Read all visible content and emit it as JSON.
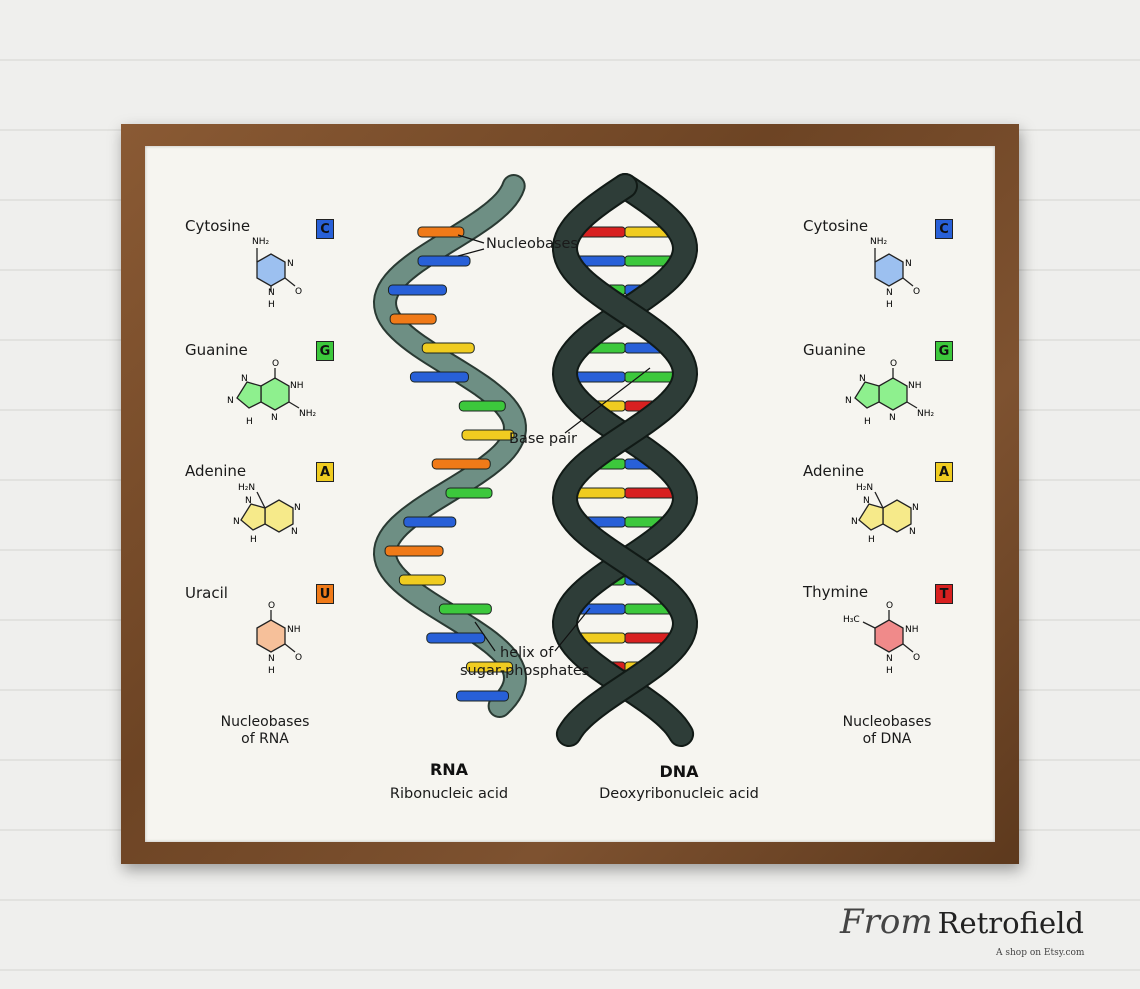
{
  "rna_bases": [
    {
      "name": "Cytosine",
      "letter": "C",
      "color": "#2860d8",
      "molecule": "cytosine",
      "labels": [
        "NH₂",
        "N",
        "N",
        "H",
        "O"
      ]
    },
    {
      "name": "Guanine",
      "letter": "G",
      "color": "#3cc83c",
      "molecule": "guanine",
      "labels": [
        "O",
        "NH",
        "NH₂",
        "N",
        "N",
        "N",
        "H"
      ]
    },
    {
      "name": "Adenine",
      "letter": "A",
      "color": "#f0cc20",
      "molecule": "adenine",
      "labels": [
        "H₂N",
        "N",
        "N",
        "N",
        "N",
        "H"
      ]
    },
    {
      "name": "Uracil",
      "letter": "U",
      "color": "#f07a18",
      "molecule": "uracil",
      "labels": [
        "O",
        "NH",
        "N",
        "H",
        "O"
      ]
    }
  ],
  "dna_bases": [
    {
      "name": "Cytosine",
      "letter": "C",
      "color": "#2860d8",
      "molecule": "cytosine",
      "labels": [
        "NH₂",
        "N",
        "N",
        "H",
        "O"
      ]
    },
    {
      "name": "Guanine",
      "letter": "G",
      "color": "#3cc83c",
      "molecule": "guanine",
      "labels": [
        "O",
        "NH",
        "NH₂",
        "N",
        "N",
        "N",
        "H"
      ]
    },
    {
      "name": "Adenine",
      "letter": "A",
      "color": "#f0cc20",
      "molecule": "adenine",
      "labels": [
        "H₂N",
        "N",
        "N",
        "N",
        "N",
        "H"
      ]
    },
    {
      "name": "Thymine",
      "letter": "T",
      "color": "#d82020",
      "molecule": "thymine",
      "labels": [
        "H₃C",
        "O",
        "NH",
        "N",
        "H",
        "O"
      ]
    }
  ],
  "rna_caption": {
    "line1": "Nucleobases",
    "line2": "of RNA"
  },
  "dna_caption": {
    "line1": "Nucleobases",
    "line2": "of DNA"
  },
  "annotations": {
    "nucleobases": "Nucleobases",
    "base_pair": "Base pair",
    "helix_line1": "helix of",
    "helix_line2": "sugar-phosphates"
  },
  "rna": {
    "title": "RNA",
    "subtitle": "Ribonucleic acid",
    "strand_color": "#6e8f84"
  },
  "dna": {
    "title": "DNA",
    "subtitle": "Deoxyribonucleic acid",
    "strand_color": "#2e3d38"
  },
  "colors": {
    "frame": "#6d4424",
    "paper": "#f6f5f0",
    "cytosine_fill": "#9cc0f0",
    "guanine_fill": "#8ef08e",
    "adenine_fill": "#f6ea8a",
    "uracil_fill": "#f6c09a",
    "thymine_fill": "#f08a8a"
  },
  "brand": {
    "from": "From",
    "name": "Retrofield",
    "tagline": "A shop on Etsy.com"
  }
}
